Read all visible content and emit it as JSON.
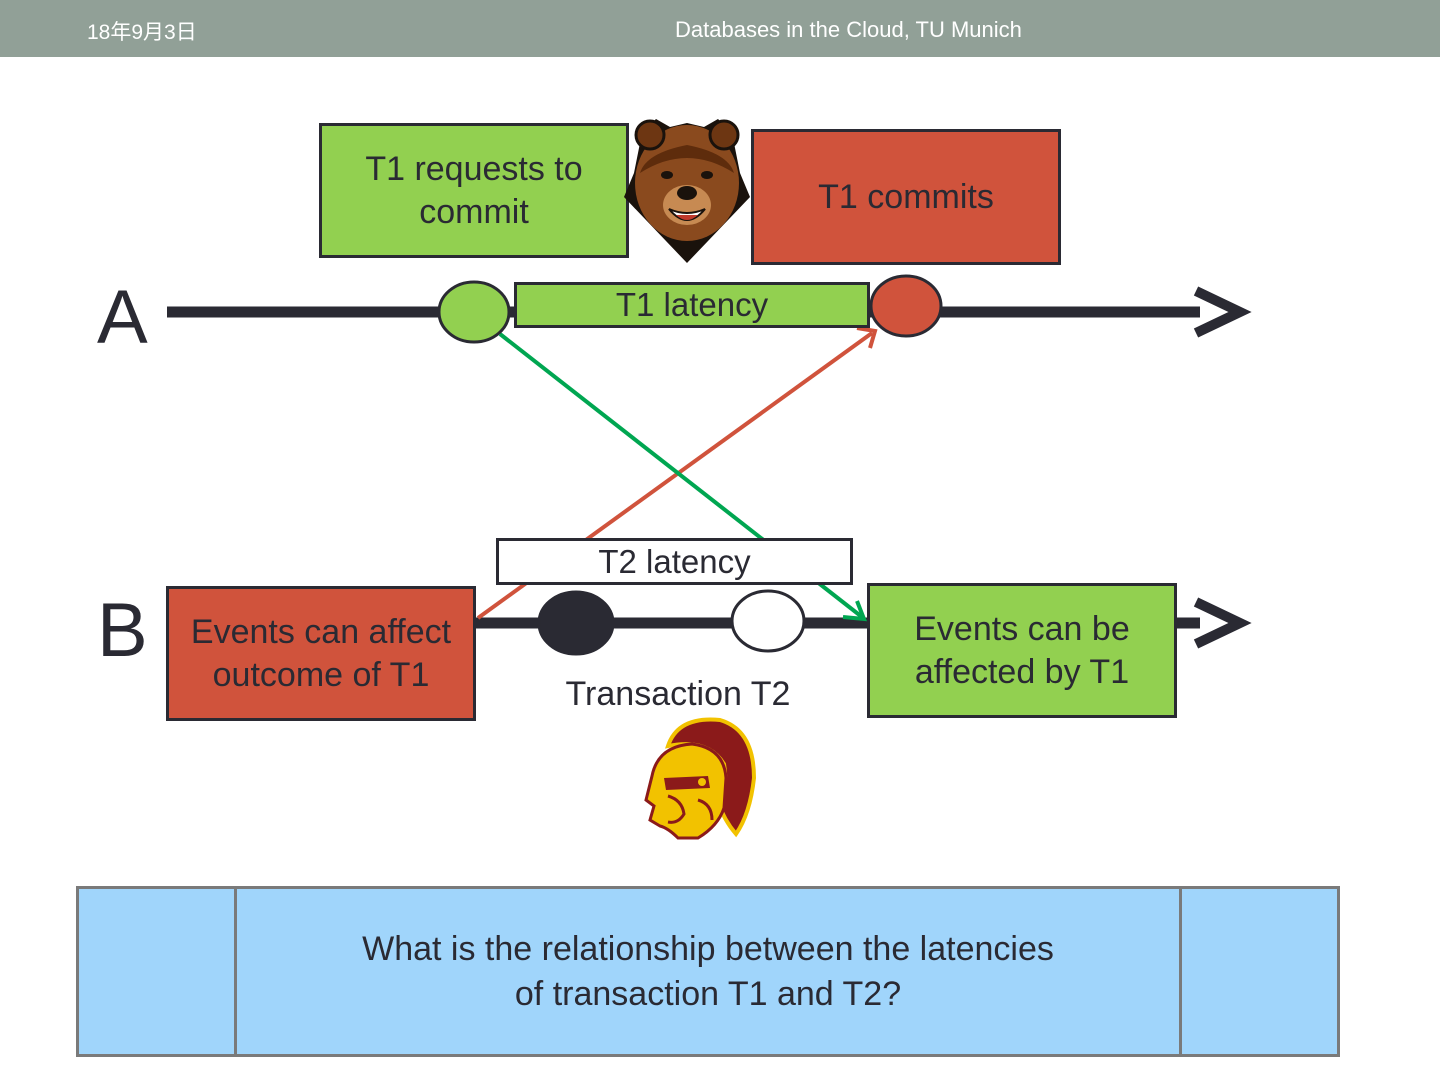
{
  "header": {
    "date": "18年9月3日",
    "title": "Databases in the Cloud, TU Munich"
  },
  "timeline_a": {
    "label": "A",
    "request_box": "T1 requests to commit",
    "commit_box": "T1 commits",
    "latency_label": "T1 latency"
  },
  "timeline_b": {
    "label": "B",
    "left_box": "Events can affect outcome of T1",
    "right_box": "Events can  be affected by T1",
    "latency_label": "T2 latency",
    "transaction_caption": "Transaction T2"
  },
  "question": "What is the relationship between the latencies\nof transaction T1 and T2?",
  "logos": {
    "bear": "bear-mascot-logo",
    "trojan": "trojan-helmet-logo"
  },
  "colors": {
    "header_bg": "#91a097",
    "green": "#92d050",
    "red": "#d0533c",
    "arrow_green": "#00a651",
    "arrow_red": "#d0533c",
    "question_bg": "#a0d5fb",
    "dark": "#2a2a33"
  }
}
